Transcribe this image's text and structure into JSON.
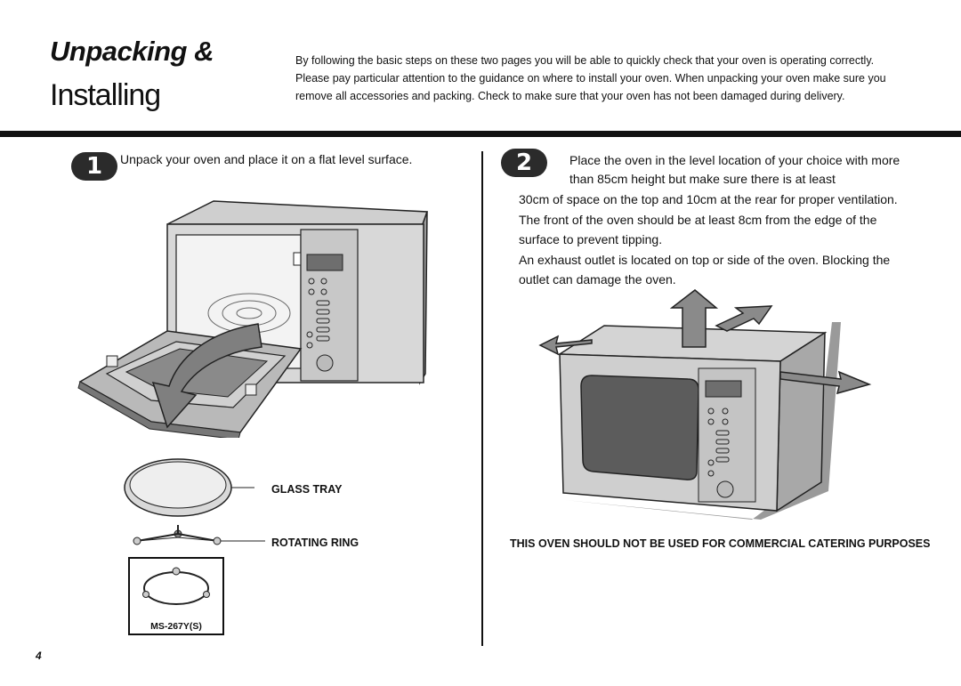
{
  "header": {
    "title_line1": "Unpacking &",
    "title_line2": "Installing",
    "intro": "By following the basic steps on these two pages you will be able to quickly check that your oven is operating correctly. Please pay particular attention to the guidance on where to install your oven. When unpacking your oven make sure you remove all accessories and packing. Check to make sure that your oven has not been damaged during delivery."
  },
  "step1": {
    "number": "1",
    "text": "Unpack your oven and place it on a flat level surface.",
    "labels": {
      "glass_tray": "GLASS TRAY",
      "rotating_ring": "ROTATING RING",
      "model": "MS-267Y(S)"
    }
  },
  "step2": {
    "number": "2",
    "text_first": "Place the oven in the level location of your choice with more than 85cm height but make sure there is at least",
    "text_rest": "30cm of space on the top and 10cm at the rear for proper ventilation. The front of the oven should be at least 8cm from the edge of the surface to prevent tipping.",
    "exhaust": "An exhaust outlet is located on top or side of the oven. Blocking the outlet can damage the oven.",
    "warning": "THIS OVEN SHOULD NOT BE USED FOR COMMERCIAL CATERING PURPOSES"
  },
  "footer": {
    "page_number": "4"
  }
}
